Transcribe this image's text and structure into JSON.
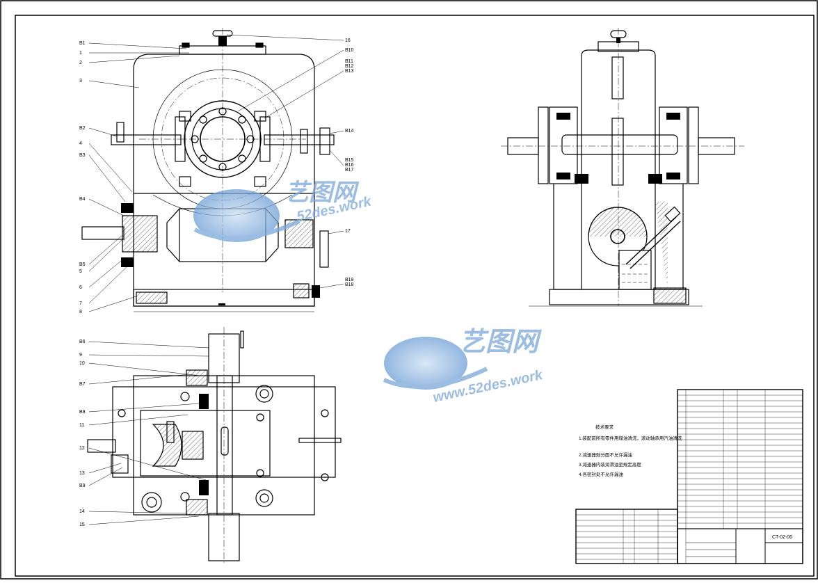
{
  "labels": {
    "left": {
      "B1": "B1",
      "n1": "1",
      "n2": "2",
      "n3": "3",
      "B2": "B2",
      "n4": "4",
      "B3": "B3",
      "B4": "B4",
      "B5": "B5",
      "n5": "5",
      "n6": "6",
      "n7": "7",
      "n8": "8",
      "B6": "B6",
      "n9": "9",
      "n10": "10",
      "B7": "B7",
      "B8": "B8",
      "n11": "11",
      "n12": "12",
      "n13": "13",
      "B9": "B9",
      "n14": "14",
      "n15": "15"
    },
    "right": {
      "n16": "16",
      "B10": "B10",
      "B11": "B11",
      "B12": "B12",
      "B13": "B13",
      "B14": "B14",
      "B15": "B15",
      "B16": "B16",
      "B17": "B17",
      "n17": "17",
      "B19": "B19",
      "B18": "B18"
    }
  },
  "notes": {
    "title": "技术要求",
    "line1": "1.装配前所有零件用煤油清洗，滚动轴承用汽油清洗",
    "line2": "2.减速器剖分面不允许漏油",
    "line3": "3.减速器内装润滑油至规定高度",
    "line4": "4.各密封处不允许漏油"
  },
  "title_block": {
    "drawing_no": "CT-02-00"
  },
  "watermark": {
    "brand": "艺图网",
    "url_upper": "52des.work",
    "url_lower": "www.52des.work"
  },
  "colors": {
    "line": "#000000",
    "watermark": "#7ba7d9"
  }
}
